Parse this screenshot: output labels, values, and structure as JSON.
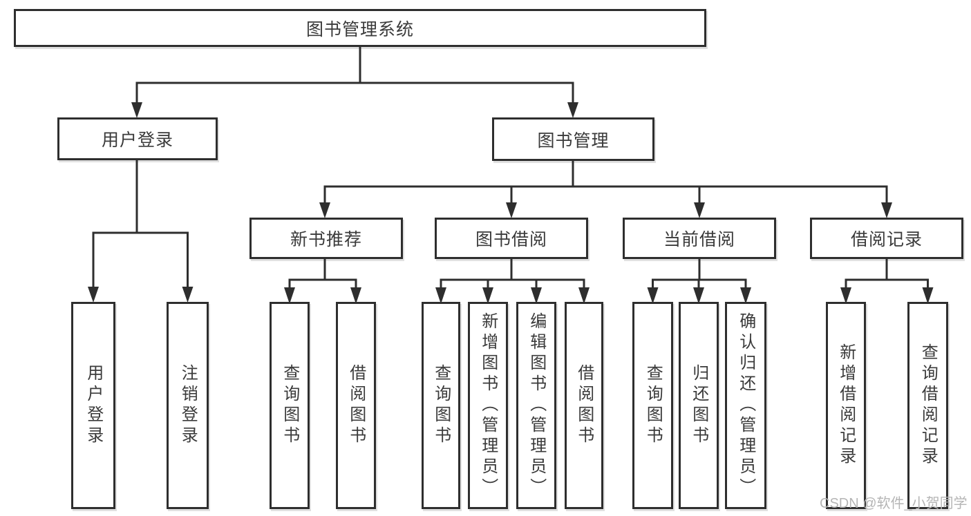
{
  "colors": {
    "background": "#ffffff",
    "line": "#2e2e2e",
    "box_border": "#2e2e2e",
    "text": "#3a3a3a",
    "watermark": "#b5b5b5"
  },
  "diagram": {
    "type": "tree",
    "tree": {
      "label": "图书管理系统",
      "children": [
        {
          "label": "用户登录",
          "children": [
            {
              "label": "用户登录"
            },
            {
              "label": "注销登录"
            }
          ]
        },
        {
          "label": "图书管理",
          "children": [
            {
              "label": "新书推荐",
              "children": [
                {
                  "label": "查询图书"
                },
                {
                  "label": "借阅图书"
                }
              ]
            },
            {
              "label": "图书借阅",
              "children": [
                {
                  "label": "查询图书"
                },
                {
                  "label": "新增图书（管理员）"
                },
                {
                  "label": "编辑图书（管理员）"
                },
                {
                  "label": "借阅图书"
                }
              ]
            },
            {
              "label": "当前借阅",
              "children": [
                {
                  "label": "查询图书"
                },
                {
                  "label": "归还图书"
                },
                {
                  "label": "确认归还（管理员）"
                }
              ]
            },
            {
              "label": "借阅记录",
              "children": [
                {
                  "label": "新增借阅记录"
                },
                {
                  "label": "查询借阅记录"
                }
              ]
            }
          ]
        }
      ]
    }
  },
  "watermark": {
    "text": "CSDN @软件_小贺同学"
  }
}
